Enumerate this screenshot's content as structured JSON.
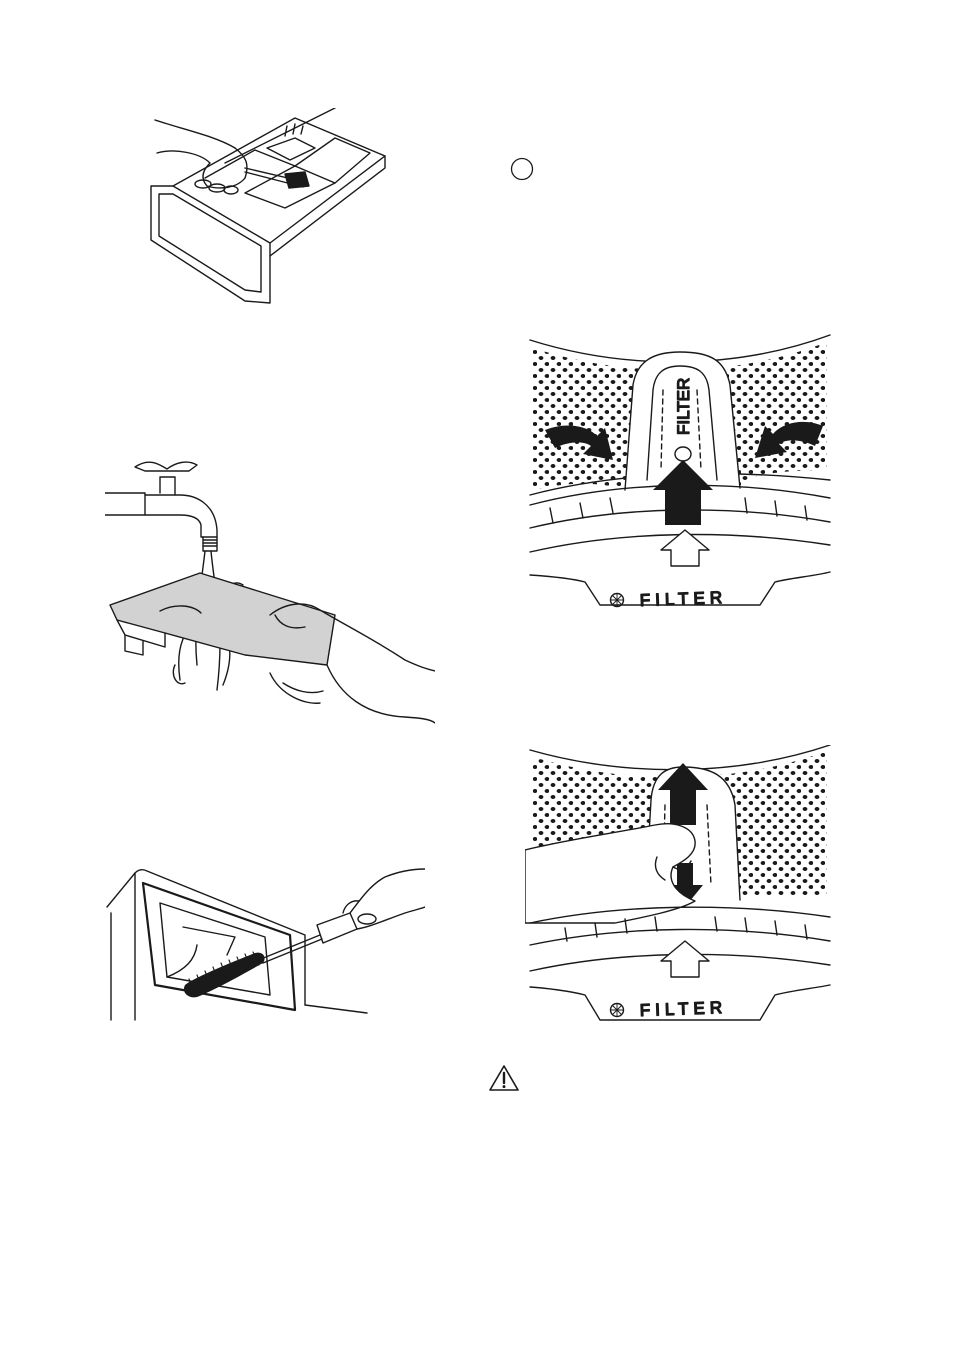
{
  "drum_filter_top": {
    "rim_label": "FILTER",
    "cover_label": "FILTER"
  },
  "drum_filter_bottom": {
    "rim_label": "FILTER"
  },
  "icons": {
    "info": "circle-outline-icon",
    "warning": "warning-triangle-icon"
  }
}
